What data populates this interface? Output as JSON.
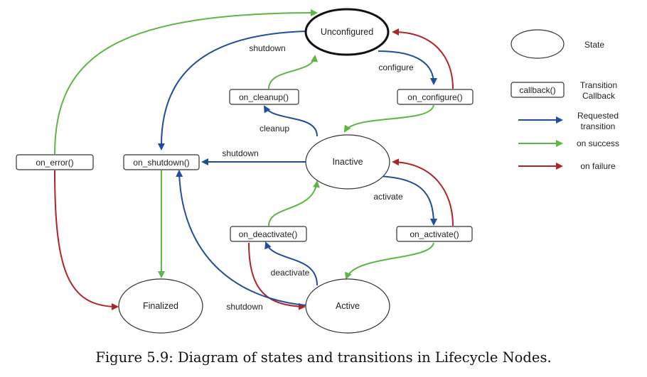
{
  "states": {
    "unconfigured": "Unconfigured",
    "inactive": "Inactive",
    "active": "Active",
    "finalized": "Finalized"
  },
  "callbacks": {
    "on_configure": "on_configure()",
    "on_cleanup": "on_cleanup()",
    "on_shutdown": "on_shutdown()",
    "on_error": "on_error()",
    "on_activate": "on_activate()",
    "on_deactivate": "on_deactivate()"
  },
  "transitions": {
    "shutdown_top": "shutdown",
    "configure": "configure",
    "cleanup": "cleanup",
    "shutdown_mid": "shutdown",
    "activate": "activate",
    "deactivate": "deactivate",
    "shutdown_bottom": "shutdown"
  },
  "legend": {
    "state": "State",
    "callback_box": "callback()",
    "callback_line1": "Transition",
    "callback_line2": "Callback",
    "requested_line1": "Requested",
    "requested_line2": "transition",
    "on_success": "on success",
    "on_failure": "on failure"
  },
  "colors": {
    "requested": "#1f4e9c",
    "success": "#5db544",
    "failure": "#b1222b"
  },
  "caption": "Figure 5.9: Diagram of states and transitions in Lifecycle Nodes."
}
